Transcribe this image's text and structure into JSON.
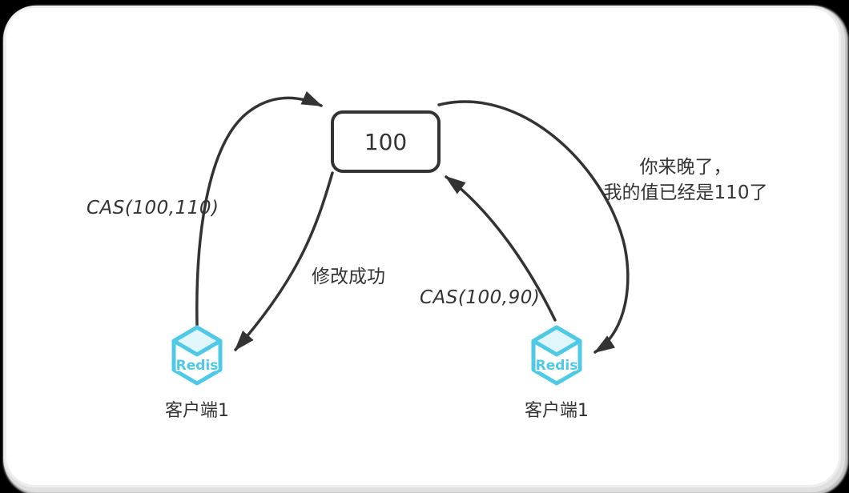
{
  "colors": {
    "page_bg": "#000000",
    "card_bg": "#ffffff",
    "stroke": "#333333",
    "redis": "#4fc9e6",
    "redis_face": "#e1f6fb"
  },
  "value_box": {
    "label": "100"
  },
  "labels": {
    "cas_left": "CAS(100,110)",
    "modify_success": "修改成功",
    "cas_right": "CAS(100,90)",
    "late_line1": "你来晚了，",
    "late_line2": "我的值已经是110了"
  },
  "nodes": {
    "client_left": {
      "label": "客户端1",
      "icon": "redis-cube-icon",
      "icon_text": "Redis"
    },
    "client_right": {
      "label": "客户端1",
      "icon": "redis-cube-icon",
      "icon_text": "Redis"
    }
  }
}
